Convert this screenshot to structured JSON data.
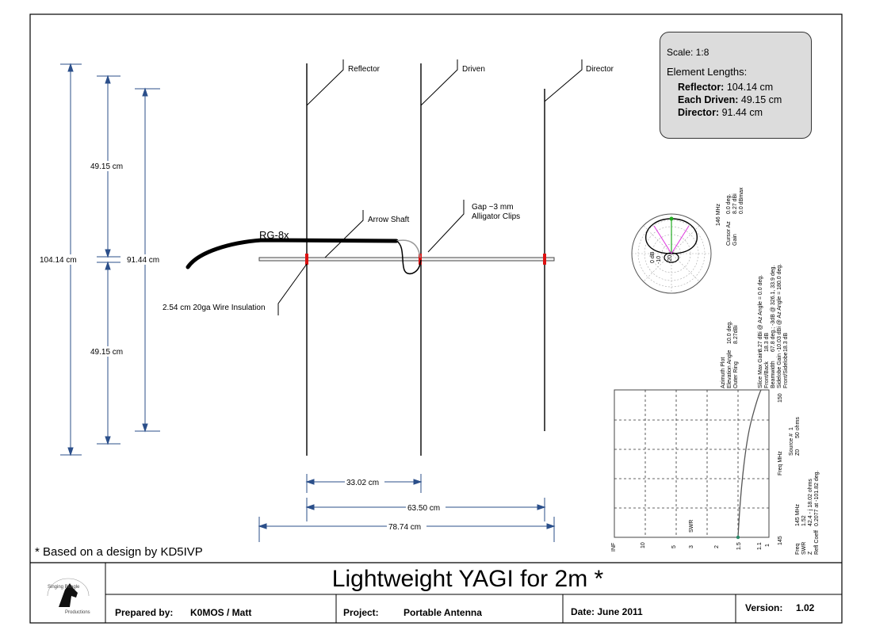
{
  "title": "Lightweight YAGI for 2m *",
  "footnote": "* Based on a design by KD5IVP",
  "title_block": {
    "prepared_label": "Prepared by:",
    "prepared_value": "K0MOS / Matt",
    "project_label": "Project:",
    "project_value": "Portable Antenna",
    "date": "Date: June 2011",
    "version_label": "Version:",
    "version_value": "1.02",
    "logo_text_top": "Singing Beagle",
    "logo_text_bottom": "Productions"
  },
  "scale_box": {
    "scale": "Scale: 1:8",
    "heading": "Element Lengths:",
    "reflector_label": "Reflector:",
    "reflector_value": "104.14 cm",
    "driven_label": "Each Driven:",
    "driven_value": "49.15 cm",
    "director_label": "Director:",
    "director_value": "91.44 cm"
  },
  "labels": {
    "reflector": "Reflector",
    "driven": "Driven",
    "director": "Director",
    "coax": "RG-8x",
    "arrow_shaft": "Arrow Shaft",
    "gap_line1": "Gap  ~3 mm",
    "gap_line2": "Alligator Clips",
    "insulation": "2.54 cm 20ga Wire Insulation"
  },
  "dimensions": {
    "reflector_length": "104.14 cm",
    "driven_upper": "49.15 cm",
    "driven_lower": "49.15 cm",
    "director_length": "91.44 cm",
    "spacing_driven": "33.02 cm",
    "spacing_director": "63.50 cm",
    "boom_length": "78.74 cm"
  },
  "pattern": {
    "freq": "146 MHz",
    "cursor_az_label": "Cursor Az",
    "cursor_az_value": "0.0 deg.",
    "gain_label": "Gain",
    "gain_value1": "8.27 dBi",
    "gain_value2": "0.0 dBmax",
    "ring_0": "0 dB",
    "ring_10": "-10",
    "ring_20": "-20",
    "azimuth_plot_label": "Azimuth Plot",
    "azimuth_plot_value": "",
    "elevation_label": "Elevation Angle",
    "elevation_value": "10.0 deg.",
    "outer_ring_label": "Outer Ring",
    "outer_ring_value": "8.27dBi",
    "slice_max_label": "Slice Max Gain",
    "slice_max_value": "8.27 dBi @ Az Angle = 0.0 deg.",
    "fb_label": "Front/Back",
    "fb_value": "18.3 dB",
    "beamwidth_label": "Beamwidth",
    "beamwidth_value": "67.8 deg.; -3dB @ 326.1, 33.9 deg.",
    "sidelobe_label": "Sidelobe Gain",
    "sidelobe_value": "-10.03 dBi @ Az Angle = 180.0 deg.",
    "fs_label": "Front/Sidelobe",
    "fs_value": "18.3 dB"
  },
  "swr": {
    "freq_axis_label": "Freq MHz",
    "freq_min": "145",
    "freq_max": "150",
    "swr_axis_label": "SWR",
    "swr_ticks": [
      "INF",
      "10",
      "5",
      "3",
      "2",
      "1.5",
      "1.1",
      "1"
    ],
    "source_label": "Source #",
    "source_value": "1",
    "z0_label": "Z0",
    "z0_value": "50 ohms",
    "readout_freq_label": "Freq",
    "readout_freq_value": "145 MHz",
    "readout_swr_label": "SWR",
    "readout_swr_value": "1.52",
    "readout_z_label": "Z",
    "readout_z_value": "42.4 - j 18.02 ohms",
    "readout_refl_label": "Refl Coeff",
    "readout_refl_value": "0.2077 at -101.82 deg."
  }
}
